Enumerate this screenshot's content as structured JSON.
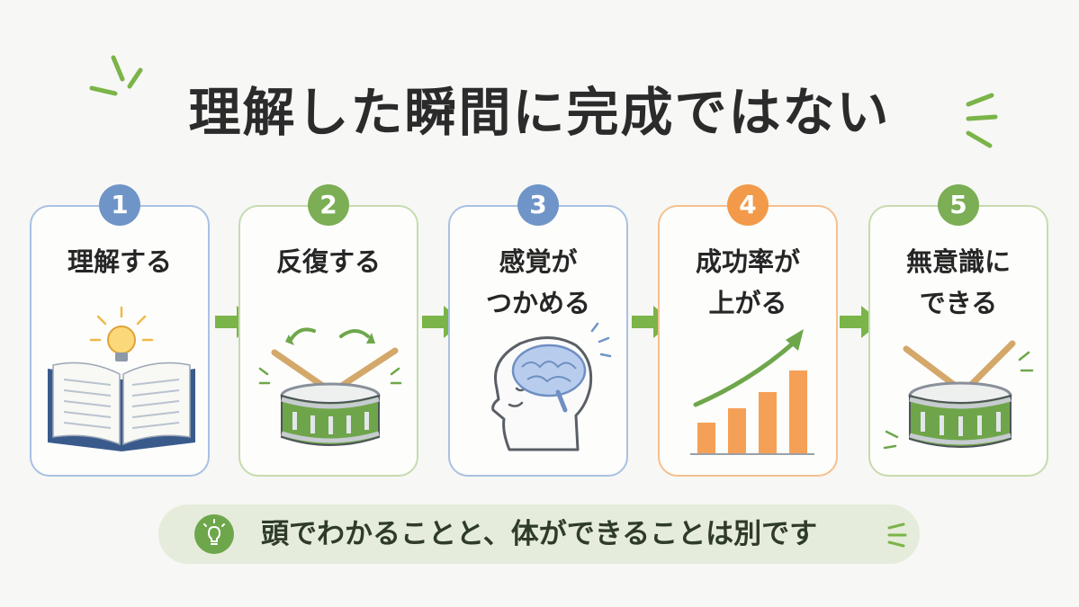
{
  "title": "理解した瞬間に完成ではない",
  "steps": [
    {
      "number": "1",
      "label": "理解する",
      "color": "#6f95c8"
    },
    {
      "number": "2",
      "label": "反復する",
      "color": "#7bae55"
    },
    {
      "number": "3",
      "label": "感覚が\nつかめる",
      "color": "#6f95c8"
    },
    {
      "number": "4",
      "label": "成功率が\n上がる",
      "color": "#f29a4a"
    },
    {
      "number": "5",
      "label": "無意識に\nできる",
      "color": "#7bae55"
    }
  ],
  "bottom_message": "頭でわかることと、体ができることは別です",
  "colors": {
    "accent_green": "#6ea74b",
    "accent_blue": "#6f95c8",
    "accent_orange": "#f29a4a",
    "arrow_green": "#7bb449",
    "banner_bg": "#e6ecdb"
  }
}
